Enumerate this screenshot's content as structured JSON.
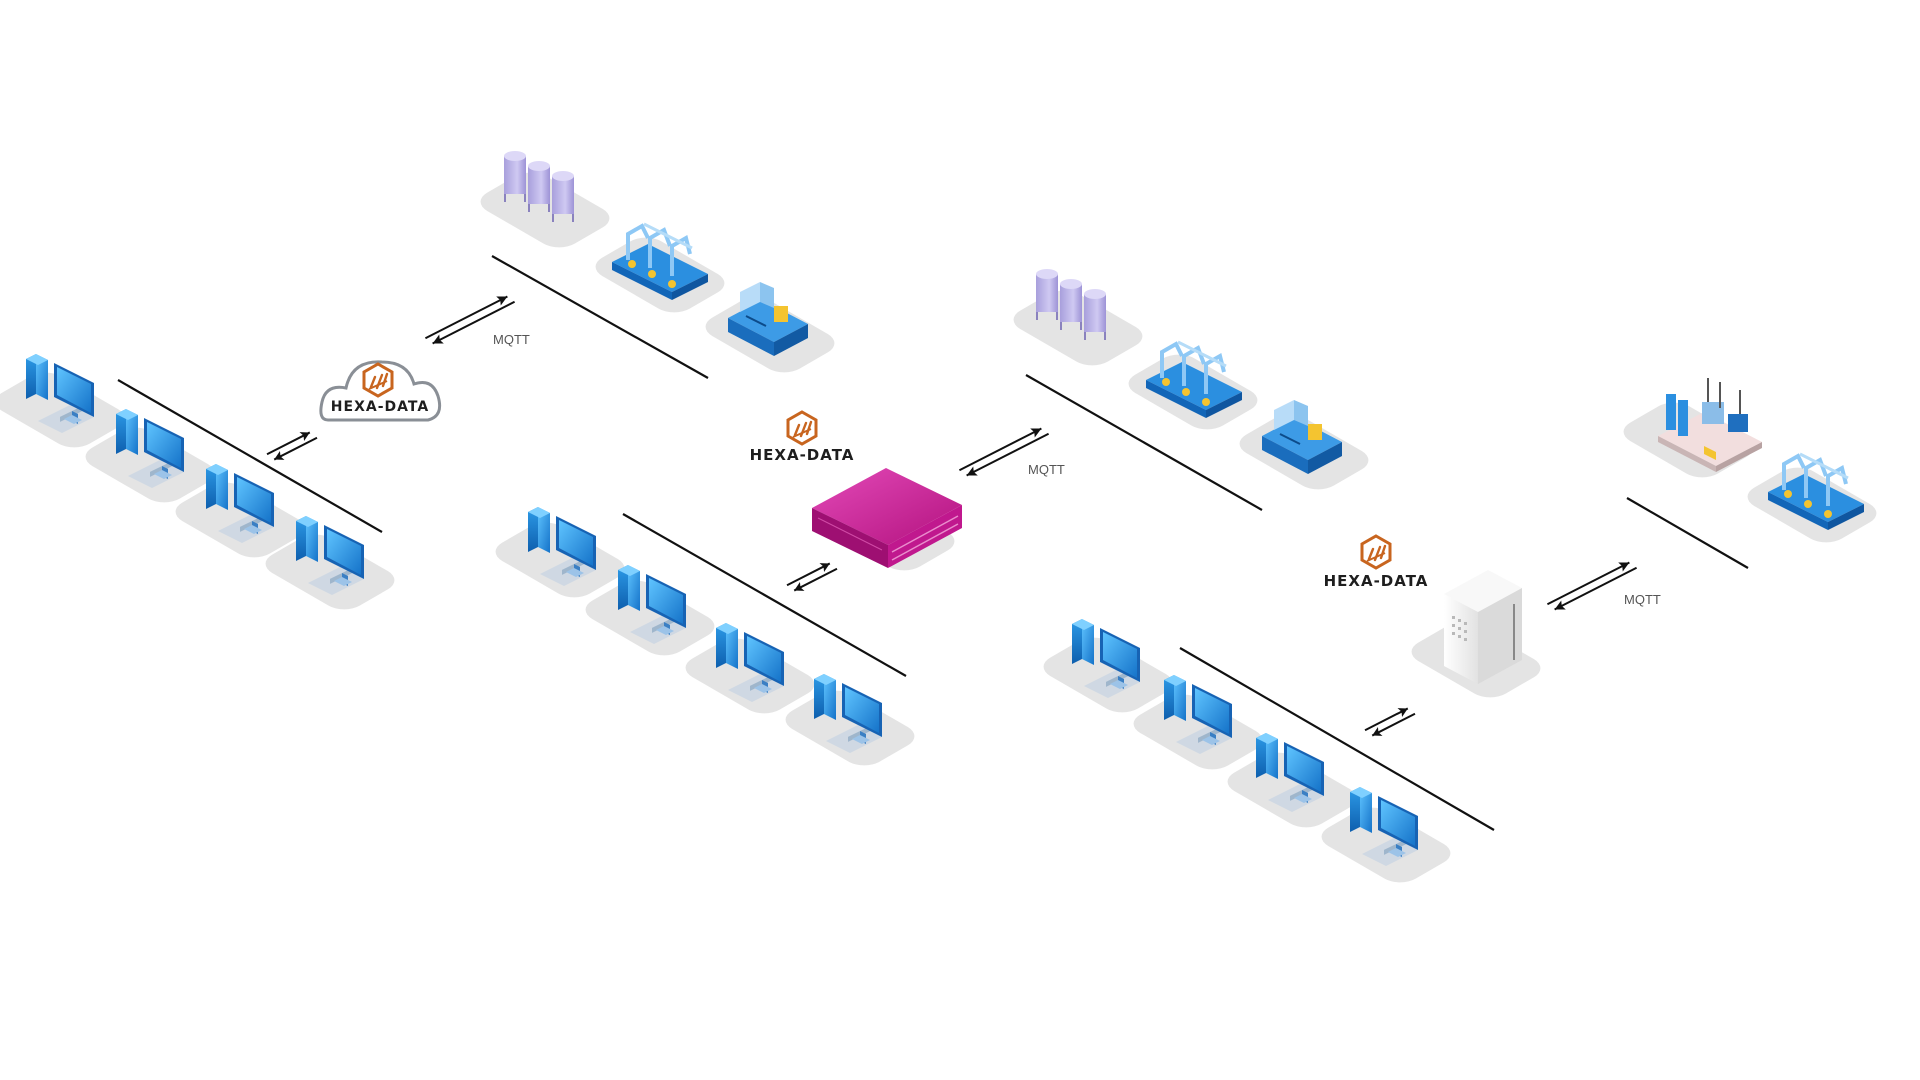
{
  "brand": {
    "name": "HEXA-DATA",
    "color": "#c8651f"
  },
  "protocol_label": "MQTT",
  "colors": {
    "pad": "#e4e4e4",
    "pc_blue": "#1a8fe0",
    "tank": "#b8b0e4",
    "appliance": "#c0188e",
    "server": "#efefef",
    "line": "#111111"
  },
  "deployments": [
    {
      "id": "cloud",
      "gateway": "cloud",
      "pcs": 4,
      "machines": [
        "tanks",
        "robot-line",
        "press"
      ]
    },
    {
      "id": "appliance",
      "gateway": "rack-appliance",
      "pcs": 4,
      "machines": [
        "tanks",
        "robot-line",
        "press"
      ]
    },
    {
      "id": "on-prem-server",
      "gateway": "tower-server",
      "pcs": 4,
      "machines": [
        "substation",
        "robot-line"
      ]
    }
  ]
}
